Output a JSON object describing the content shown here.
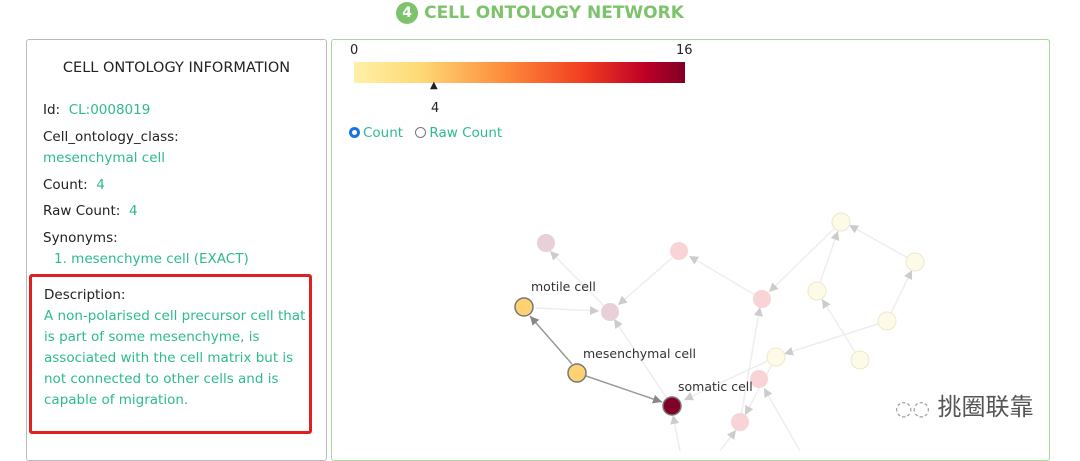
{
  "header": {
    "step": "4",
    "title": "CELL ONTOLOGY NETWORK"
  },
  "info": {
    "title": "CELL ONTOLOGY INFORMATION",
    "id_label": "Id:",
    "id": "CL:0008019",
    "class_label": "Cell_ontology_class:",
    "class": "mesenchymal cell",
    "count_label": "Count:",
    "count": "4",
    "raw_label": "Raw Count:",
    "raw": "4",
    "syn_label": "Synonyms:",
    "synonyms": [
      "1. mesenchyme cell (EXACT)"
    ],
    "desc_label": "Description:",
    "description": "A non-polarised cell precursor cell that is part of some mesenchyme, is associated with the cell matrix but is not connected to other cells and is capable of migration."
  },
  "colorbar": {
    "min": "0",
    "max": "16",
    "marker": "4",
    "marker_value": 4
  },
  "radios": {
    "count": "Count",
    "raw": "Raw Count",
    "selected": "Count"
  },
  "nodes": {
    "motile": "motile cell",
    "mesenchymal": "mesenchymal cell",
    "somatic": "somatic cell"
  },
  "watermark": "挑圈联靠"
}
